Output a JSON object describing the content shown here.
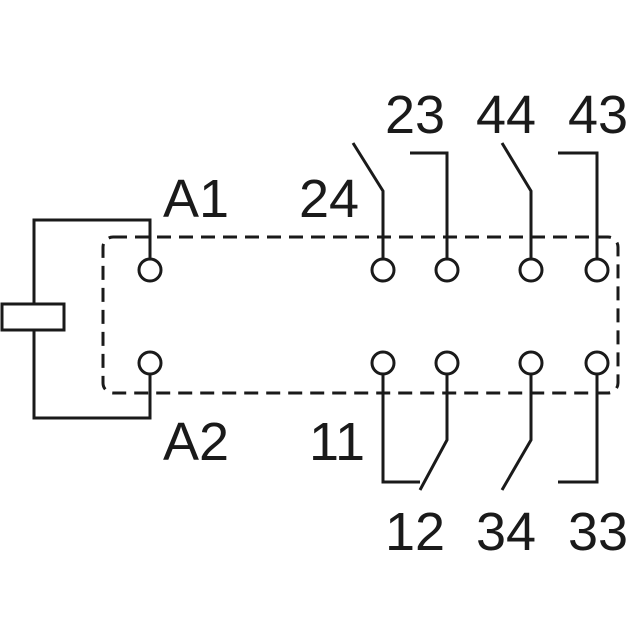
{
  "diagram": {
    "labels": {
      "a1": "A1",
      "a2": "A2",
      "t24": "24",
      "t23": "23",
      "t44": "44",
      "t43": "43",
      "t11": "11",
      "t12": "12",
      "t34": "34",
      "t33": "33"
    }
  }
}
